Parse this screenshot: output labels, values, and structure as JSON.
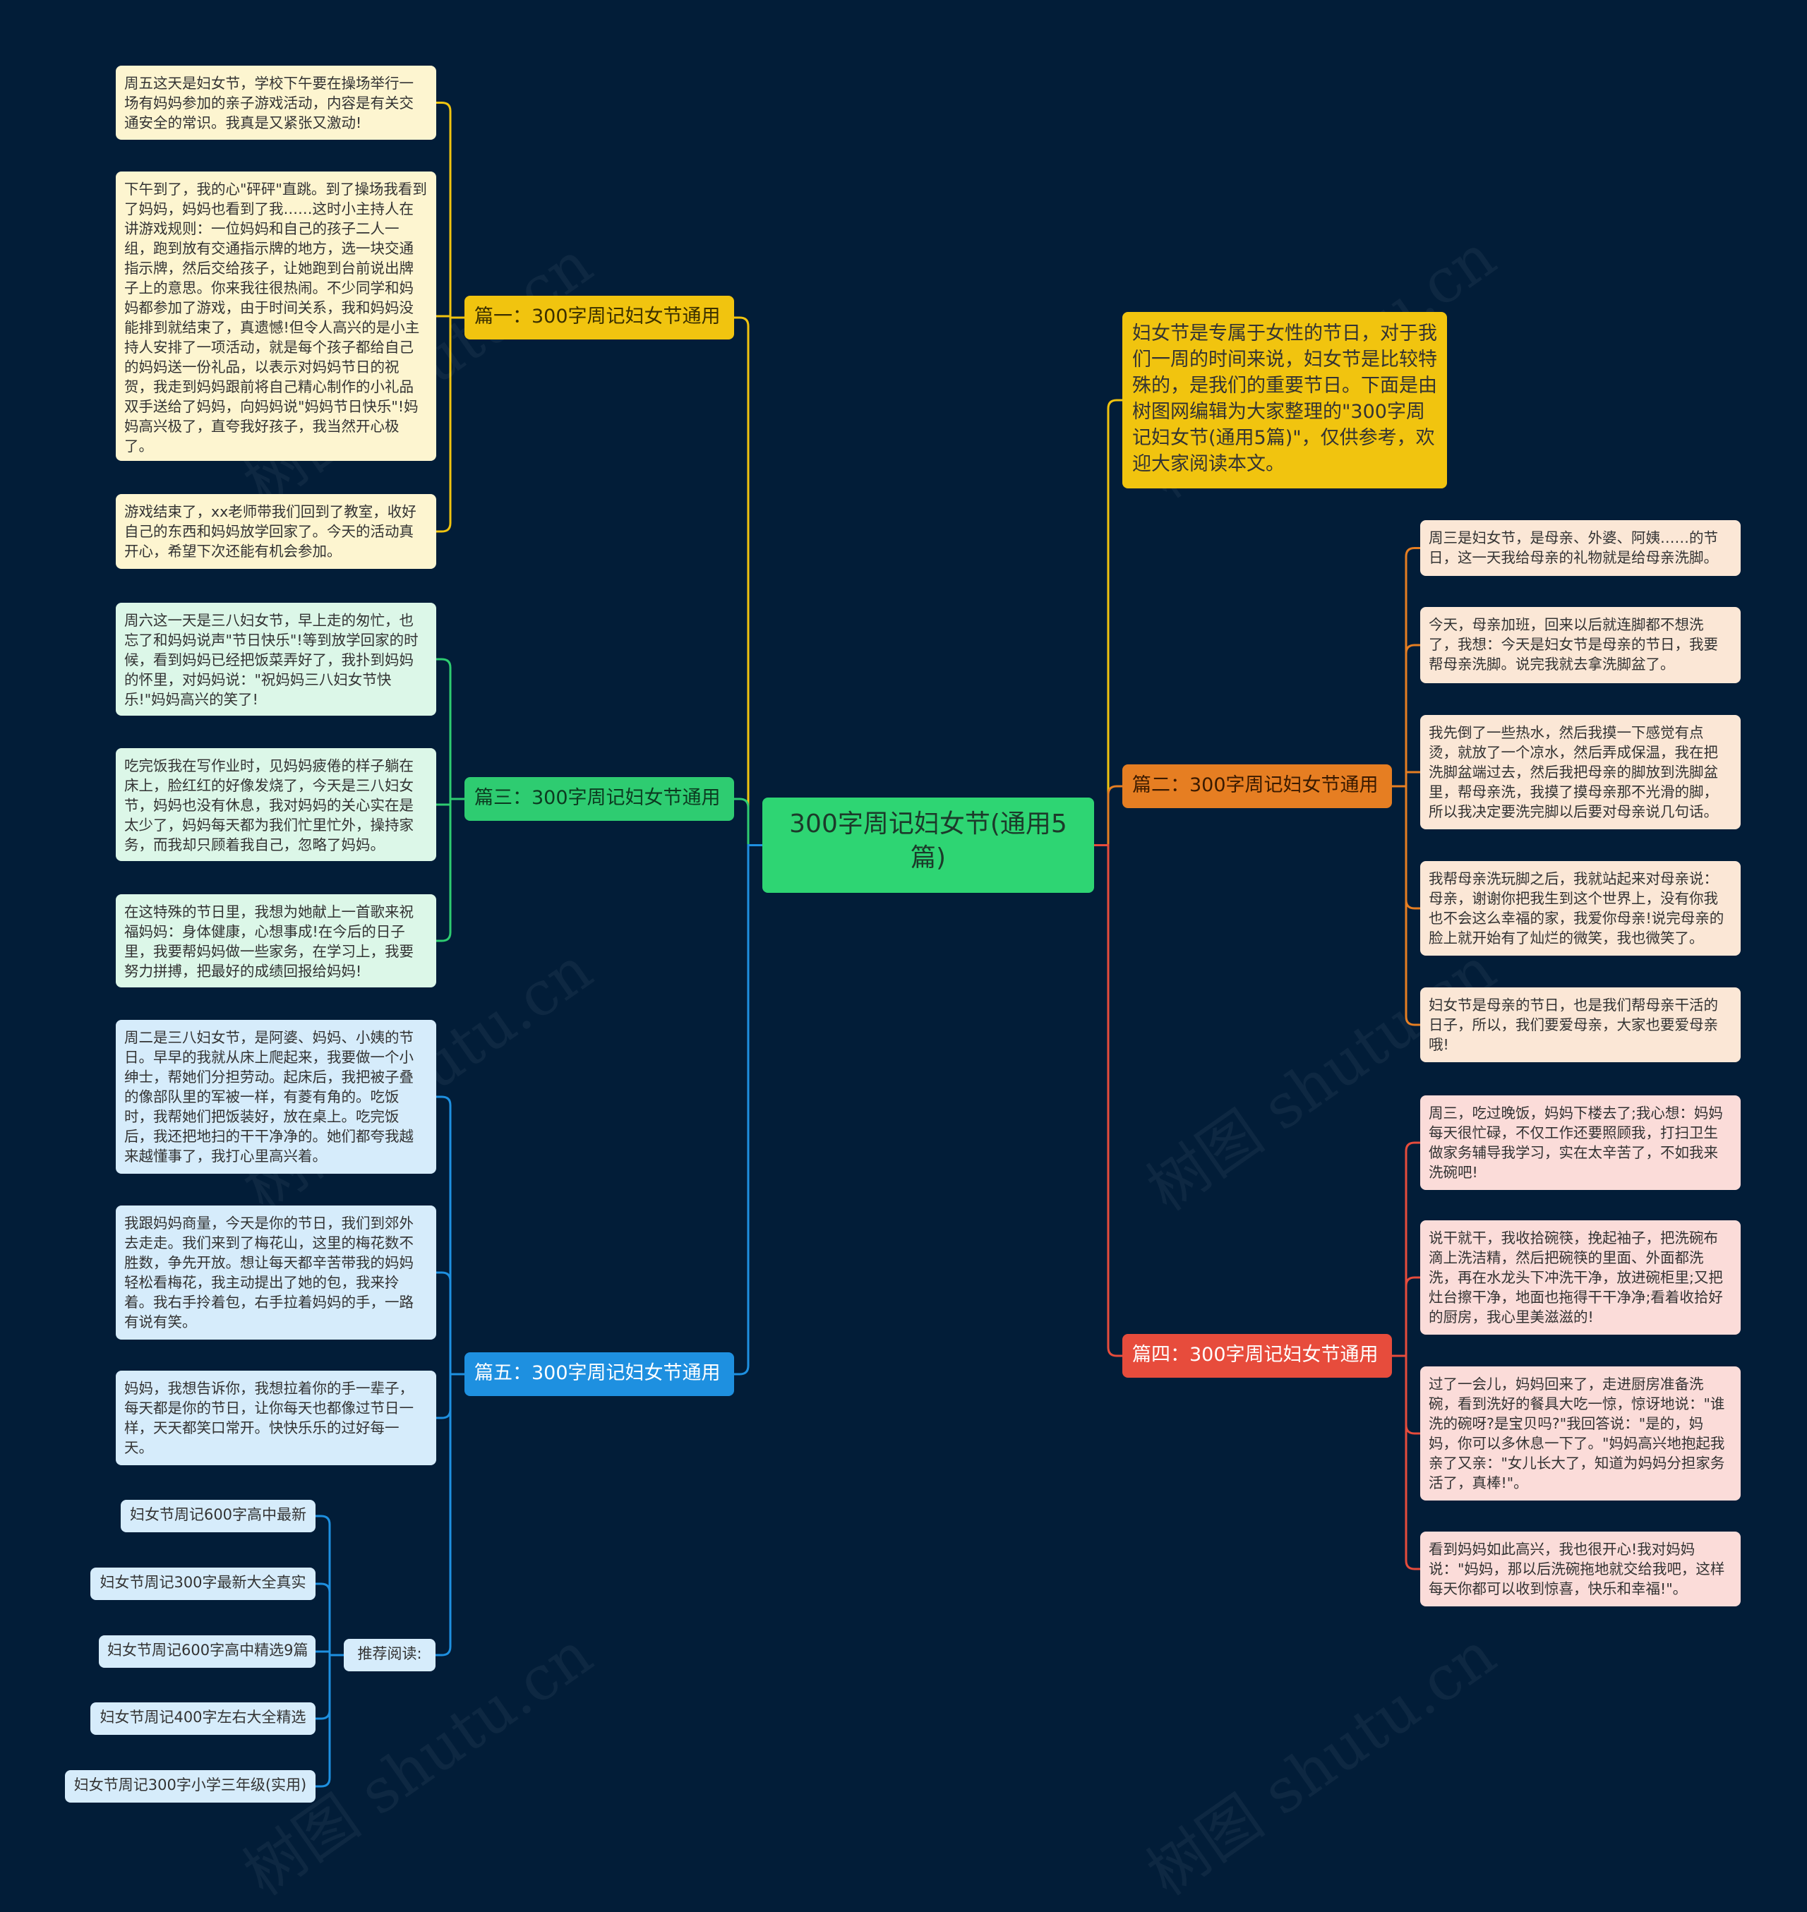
{
  "colors": {
    "background": "#021d38",
    "root": "#2ed573",
    "branch1": "#f1c40f",
    "branch2": "#e67e22",
    "branch3": "#2ecc71",
    "branch4": "#e74c3c",
    "branch5": "#1e90e0"
  },
  "root": {
    "label": "300字周记妇女节(通用5篇)"
  },
  "intro": {
    "text": "妇女节是专属于女性的节日，对于我们一周的时间来说，妇女节是比较特殊的，是我们的重要节日。下面是由树图网编辑为大家整理的\"300字周记妇女节(通用5篇)\"，仅供参考，欢迎大家阅读本文。"
  },
  "branches": [
    {
      "label": "篇一：300字周记妇女节通用",
      "leaves": [
        "周五这天是妇女节，学校下午要在操场举行一场有妈妈参加的亲子游戏活动，内容是有关交通安全的常识。我真是又紧张又激动!",
        "下午到了，我的心\"砰砰\"直跳。到了操场我看到了妈妈，妈妈也看到了我……这时小主持人在讲游戏规则：一位妈妈和自己的孩子二人一组，跑到放有交通指示牌的地方，选一块交通指示牌，然后交给孩子，让她跑到台前说出牌子上的意思。你来我往很热闹。不少同学和妈妈都参加了游戏，由于时间关系，我和妈妈没能排到就结束了，真遗憾!但令人高兴的是小主持人安排了一项活动，就是每个孩子都给自己的妈妈送一份礼品，以表示对妈妈节日的祝贺，我走到妈妈跟前将自己精心制作的小礼品双手送给了妈妈，向妈妈说\"妈妈节日快乐\"!妈妈高兴极了，直夸我好孩子，我当然开心极了。",
        "游戏结束了，xx老师带我们回到了教室，收好自己的东西和妈妈放学回家了。今天的活动真开心，希望下次还能有机会参加。"
      ]
    },
    {
      "label": "篇二：300字周记妇女节通用",
      "leaves": [
        "周三是妇女节，是母亲、外婆、阿姨……的节日，这一天我给母亲的礼物就是给母亲洗脚。",
        "今天，母亲加班，回来以后就连脚都不想洗了，我想：今天是妇女节是母亲的节日，我要帮母亲洗脚。说完我就去拿洗脚盆了。",
        "我先倒了一些热水，然后我摸一下感觉有点烫，就放了一个凉水，然后弄成保温，我在把洗脚盆端过去，然后我把母亲的脚放到洗脚盆里，帮母亲洗，我摸了摸母亲那不光滑的脚，所以我决定要洗完脚以后要对母亲说几句话。",
        "我帮母亲洗玩脚之后，我就站起来对母亲说：母亲，谢谢你把我生到这个世界上，没有你我也不会这么幸福的家，我爱你母亲!说完母亲的脸上就开始有了灿烂的微笑，我也微笑了。",
        "妇女节是母亲的节日，也是我们帮母亲干活的日子，所以，我们要爱母亲，大家也要爱母亲哦!"
      ]
    },
    {
      "label": "篇三：300字周记妇女节通用",
      "leaves": [
        "周六这一天是三八妇女节，早上走的匆忙，也忘了和妈妈说声\"节日快乐\"!等到放学回家的时候，看到妈妈已经把饭菜弄好了，我扑到妈妈的怀里，对妈妈说：\"祝妈妈三八妇女节快乐!\"妈妈高兴的笑了!",
        "吃完饭我在写作业时，见妈妈疲倦的样子躺在床上，脸红红的好像发烧了，今天是三八妇女节，妈妈也没有休息，我对妈妈的关心实在是太少了，妈妈每天都为我们忙里忙外，操持家务，而我却只顾着我自己，忽略了妈妈。",
        "在这特殊的节日里，我想为她献上一首歌来祝福妈妈：身体健康，心想事成!在今后的日子里，我要帮妈妈做一些家务，在学习上，我要努力拼搏，把最好的成绩回报给妈妈!"
      ]
    },
    {
      "label": "篇四：300字周记妇女节通用",
      "leaves": [
        "周三，吃过晚饭，妈妈下楼去了;我心想：妈妈每天很忙碌，不仅工作还要照顾我，打扫卫生做家务辅导我学习，实在太辛苦了，不如我来洗碗吧!",
        "说干就干，我收拾碗筷，挽起袖子，把洗碗布滴上洗洁精，然后把碗筷的里面、外面都洗洗，再在水龙头下冲洗干净，放进碗柜里;又把灶台擦干净，地面也拖得干干净净;看着收拾好的厨房，我心里美滋滋的!",
        "过了一会儿，妈妈回来了，走进厨房准备洗碗，看到洗好的餐具大吃一惊，惊讶地说：\"谁洗的碗呀?是宝贝吗?\"我回答说：\"是的，妈妈，你可以多休息一下了。\"妈妈高兴地抱起我亲了又亲：\"女儿长大了，知道为妈妈分担家务活了，真棒!\"。",
        "看到妈妈如此高兴，我也很开心!我对妈妈说：\"妈妈，那以后洗碗拖地就交给我吧，这样每天你都可以收到惊喜，快乐和幸福!\"。"
      ]
    },
    {
      "label": "篇五：300字周记妇女节通用",
      "leaves": [
        "周二是三八妇女节，是阿婆、妈妈、小姨的节日。早早的我就从床上爬起来，我要做一个小绅士，帮她们分担劳动。起床后，我把被子叠的像部队里的军被一样，有菱有角的。吃饭时，我帮她们把饭装好，放在桌上。吃完饭后，我还把地扫的干干净净的。她们都夸我越来越懂事了，我打心里高兴着。",
        "我跟妈妈商量，今天是你的节日，我们到郊外去走走。我们来到了梅花山，这里的梅花数不胜数，争先开放。想让每天都辛苦带我的妈妈轻松看梅花，我主动提出了她的包，我来拎着。我右手拎着包，右手拉着妈妈的手，一路有说有笑。",
        "妈妈，我想告诉你，我想拉着你的手一辈子，每天都是你的节日，让你每天也都像过节日一样，天天都笑口常开。快快乐乐的过好每一天。"
      ],
      "recommend": {
        "label": "推荐阅读:",
        "items": [
          "妇女节周记600字高中最新",
          "妇女节周记300字最新大全真实",
          "妇女节周记600字高中精选9篇",
          "妇女节周记400字左右大全精选",
          "妇女节周记300字小学三年级(实用)"
        ]
      }
    }
  ],
  "watermark": "树图 shutu.cn"
}
